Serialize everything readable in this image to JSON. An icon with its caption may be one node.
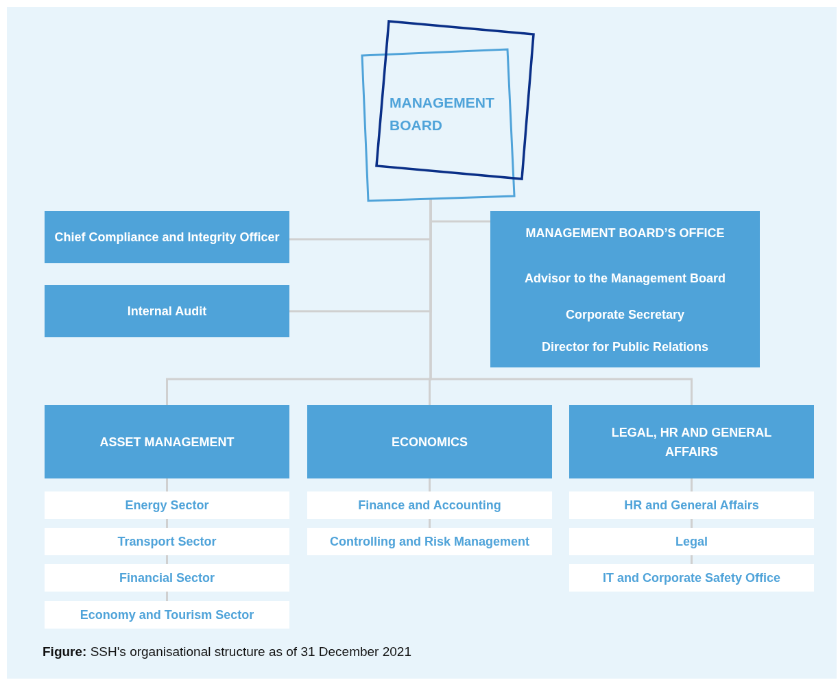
{
  "diagram": {
    "caption": "**Figure:** SSH's organisational structure as of 31 December 2021",
    "nodes": [
      {
        "text": [
          "MANAGEMENT BOARD"
        ]
      },
      {
        "text": [
          "Chief Compliance and Integrity Officer"
        ]
      },
      {
        "text": [
          "Internal Audit"
        ]
      },
      {
        "text": [
          "MANAGEMENT BOARD’S OFFICE",
          "Advisor to the Management Board",
          "Corporate Secretary",
          "Director for Public Relations"
        ]
      },
      {
        "text": [
          "ASSET MANAGEMENT"
        ]
      },
      {
        "text": [
          "ECONOMICS"
        ]
      },
      {
        "text": [
          "LEGAL, HR AND GENERAL AFFAIRS"
        ]
      },
      {
        "text": [
          "Energy Sector"
        ]
      },
      {
        "text": [
          "Transport Sector"
        ]
      },
      {
        "text": [
          "Financial Sector"
        ]
      },
      {
        "text": [
          "Economy and Tourism Sector"
        ]
      },
      {
        "text": [
          "Finance and Accounting"
        ]
      },
      {
        "text": [
          "Controlling and Risk Management"
        ]
      },
      {
        "text": [
          "HR and General Affairs"
        ]
      },
      {
        "text": [
          "Legal"
        ]
      },
      {
        "text": [
          "IT and Corporate Safety Office"
        ]
      }
    ],
    "edges": [
      {
        "from": 0,
        "to": 1,
        "arrow": "none"
      },
      {
        "from": 0,
        "to": 2,
        "arrow": "none"
      },
      {
        "from": 0,
        "to": 3,
        "arrow": "none"
      },
      {
        "from": 0,
        "to": 4,
        "arrow": "none"
      },
      {
        "from": 0,
        "to": 5,
        "arrow": "none"
      },
      {
        "from": 0,
        "to": 6,
        "arrow": "none"
      },
      {
        "from": 4,
        "to": 7,
        "arrow": "none"
      },
      {
        "from": 7,
        "to": 8,
        "arrow": "none"
      },
      {
        "from": 8,
        "to": 9,
        "arrow": "none"
      },
      {
        "from": 9,
        "to": 10,
        "arrow": "none"
      },
      {
        "from": 5,
        "to": 11,
        "arrow": "none"
      },
      {
        "from": 11,
        "to": 12,
        "arrow": "none"
      },
      {
        "from": 6,
        "to": 13,
        "arrow": "none"
      },
      {
        "from": 13,
        "to": 14,
        "arrow": "none"
      },
      {
        "from": 14,
        "to": 15,
        "arrow": "none"
      }
    ]
  }
}
